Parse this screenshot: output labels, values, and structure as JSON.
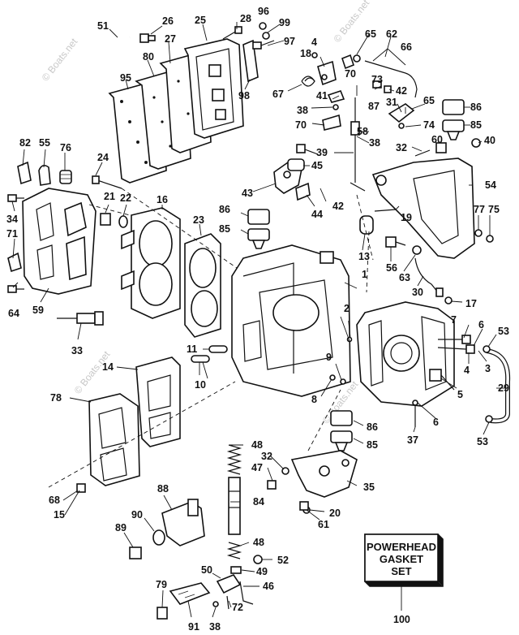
{
  "watermark": {
    "top": "© Boats.net",
    "left_upper": "© Boats.net",
    "left_lower": "© Boats.net",
    "center": "© Boats.net"
  },
  "gasket_box": {
    "line1": "POWERHEAD",
    "line2": "GASKET",
    "line3": "SET",
    "ref": "100"
  },
  "callouts": {
    "c1": "1",
    "c2": "2",
    "c3": "3",
    "c4": "4",
    "c4b": "4",
    "c5": "5",
    "c6": "6",
    "c6b": "6",
    "c7": "7",
    "c8": "8",
    "c9": "9",
    "c10": "10",
    "c11": "11",
    "c13": "13",
    "c14": "14",
    "c15": "15",
    "c16": "16",
    "c17": "17",
    "c18": "18",
    "c19": "19",
    "c20": "20",
    "c21": "21",
    "c22": "22",
    "c23": "23",
    "c24": "24",
    "c25": "25",
    "c26": "26",
    "c27": "27",
    "c28": "28",
    "c29": "29",
    "c30": "30",
    "c31": "31",
    "c32": "32",
    "c32b": "32",
    "c33": "33",
    "c34": "34",
    "c35": "35",
    "c37": "37",
    "c38": "38",
    "c38b": "38",
    "c38c": "38",
    "c39": "39",
    "c40": "40",
    "c41": "41",
    "c42": "42",
    "c42b": "42",
    "c43": "43",
    "c44": "44",
    "c45": "45",
    "c46": "46",
    "c47": "47",
    "c48": "48",
    "c48b": "48",
    "c49": "49",
    "c50": "50",
    "c51": "51",
    "c52": "52",
    "c53": "53",
    "c53b": "53",
    "c54": "54",
    "c55": "55",
    "c56": "56",
    "c58": "58",
    "c59": "59",
    "c60": "60",
    "c61": "61",
    "c62": "62",
    "c63": "63",
    "c64": "64",
    "c65": "65",
    "c65b": "65",
    "c66": "66",
    "c67": "67",
    "c68": "68",
    "c70": "70",
    "c70b": "70",
    "c71": "71",
    "c72": "72",
    "c73": "73",
    "c74": "74",
    "c75": "75",
    "c76": "76",
    "c77": "77",
    "c78": "78",
    "c79": "79",
    "c80": "80",
    "c82": "82",
    "c84": "84",
    "c85": "85",
    "c85b": "85",
    "c85c": "85",
    "c86": "86",
    "c86b": "86",
    "c86c": "86",
    "c87": "87",
    "c88": "88",
    "c89": "89",
    "c90": "90",
    "c91": "91",
    "c95": "95",
    "c96": "96",
    "c97": "97",
    "c98": "98",
    "c99": "99"
  }
}
